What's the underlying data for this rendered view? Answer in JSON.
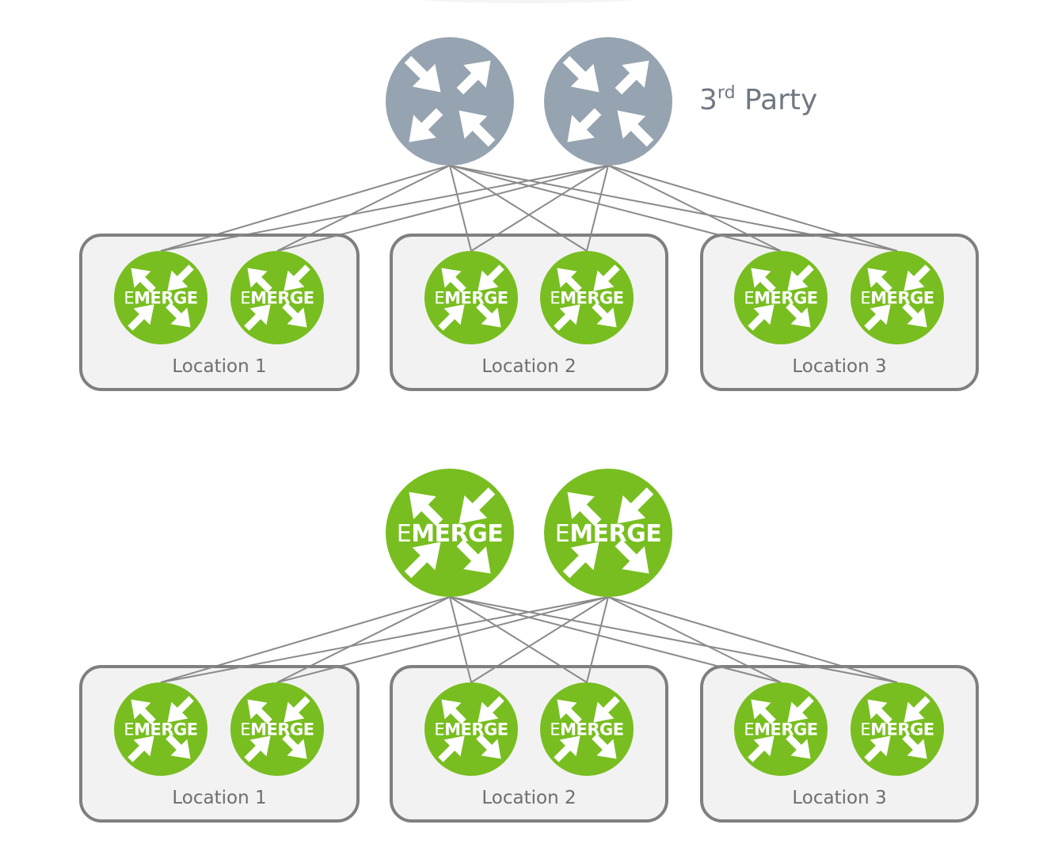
{
  "diagrams": [
    {
      "id": "top",
      "core": {
        "style": "third-party",
        "icon": "router-arrows-icon",
        "label": "3rd Party",
        "label_main": "3",
        "label_sup": "rd",
        "label_tail": " Party",
        "count": 2
      },
      "locations": [
        {
          "label": "Location 1",
          "routers": [
            "EMERGE",
            "EMERGE"
          ]
        },
        {
          "label": "Location 2",
          "routers": [
            "EMERGE",
            "EMERGE"
          ]
        },
        {
          "label": "Location 3",
          "routers": [
            "EMERGE",
            "EMERGE"
          ]
        }
      ]
    },
    {
      "id": "bottom",
      "core": {
        "style": "emerge",
        "icon": "router-arrows-icon",
        "logo_text": "EMERGE",
        "count": 2
      },
      "locations": [
        {
          "label": "Location 1",
          "routers": [
            "EMERGE",
            "EMERGE"
          ]
        },
        {
          "label": "Location 2",
          "routers": [
            "EMERGE",
            "EMERGE"
          ]
        },
        {
          "label": "Location 3",
          "routers": [
            "EMERGE",
            "EMERGE"
          ]
        }
      ]
    }
  ],
  "colors": {
    "emerge_green": "#78be20",
    "third_party_gray": "#96a3b0",
    "link_gray": "#8a8a8a",
    "box_fill": "#f2f2f2",
    "box_stroke": "#7f7f7f",
    "label_text": "#6e6e6e",
    "party_text": "#707882"
  }
}
